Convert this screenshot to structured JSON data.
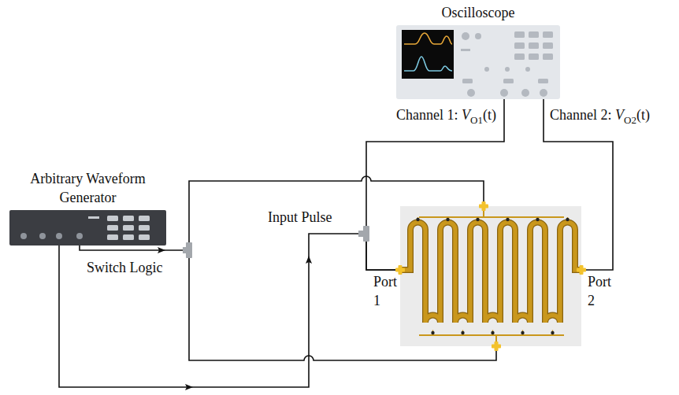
{
  "diagram": {
    "nodes": [
      {
        "text": [
          "Oscilloscope"
        ]
      },
      {
        "text": [
          "Arbitrary Waveform Generator"
        ]
      },
      {
        "text": [
          "Port 1",
          "Port 2"
        ]
      }
    ],
    "edges": [
      {
        "from": 1,
        "to": 2,
        "label": "Switch Logic",
        "arrow": "to"
      },
      {
        "from": 1,
        "to": 2,
        "label": "Input Pulse",
        "arrow": "to"
      },
      {
        "from": 2,
        "to": 0,
        "label": "Channel 1: VO1(t)",
        "arrow": "none"
      },
      {
        "from": 2,
        "to": 0,
        "label": "Channel 2: VO2(t)",
        "arrow": "none"
      }
    ]
  }
}
